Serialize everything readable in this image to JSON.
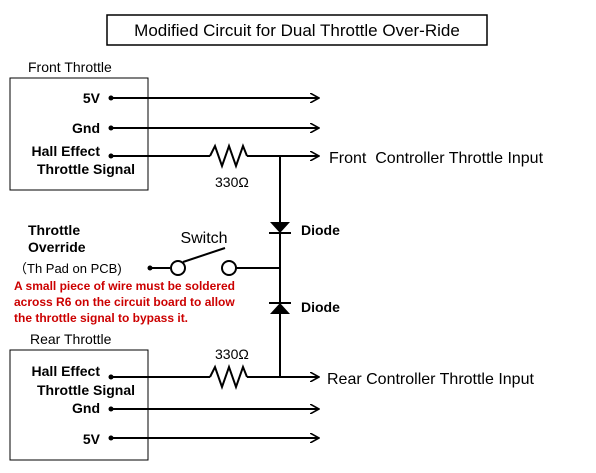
{
  "title": "Modified Circuit for Dual Throttle Over-Ride",
  "front_block": {
    "label": "Front Throttle",
    "pins": {
      "v5": "5V",
      "gnd": "Gnd",
      "sig1": "Hall Effect",
      "sig2": "Throttle Signal"
    }
  },
  "rear_block": {
    "label": "Rear Throttle",
    "pins": {
      "sig1": "Hall Effect",
      "sig2": "Throttle Signal",
      "gnd": "Gnd",
      "v5": "5V"
    }
  },
  "front_resistor": "330Ω",
  "rear_resistor": "330Ω",
  "front_output": "Front  Controller Throttle Input",
  "rear_output": "Rear Controller Throttle Input",
  "diode_top": "Diode",
  "diode_bottom": "Diode",
  "switch_label": "Switch",
  "override": {
    "line1": "Throttle",
    "line2": "Override",
    "pad": "（Th Pad on PCB)"
  },
  "note": {
    "line1": "A small piece of wire must be soldered",
    "line2": "across R6 on the circuit board to allow",
    "line3": "the throttle signal to bypass it."
  },
  "colors": {
    "note": "#cc0000",
    "line": "#000000"
  }
}
